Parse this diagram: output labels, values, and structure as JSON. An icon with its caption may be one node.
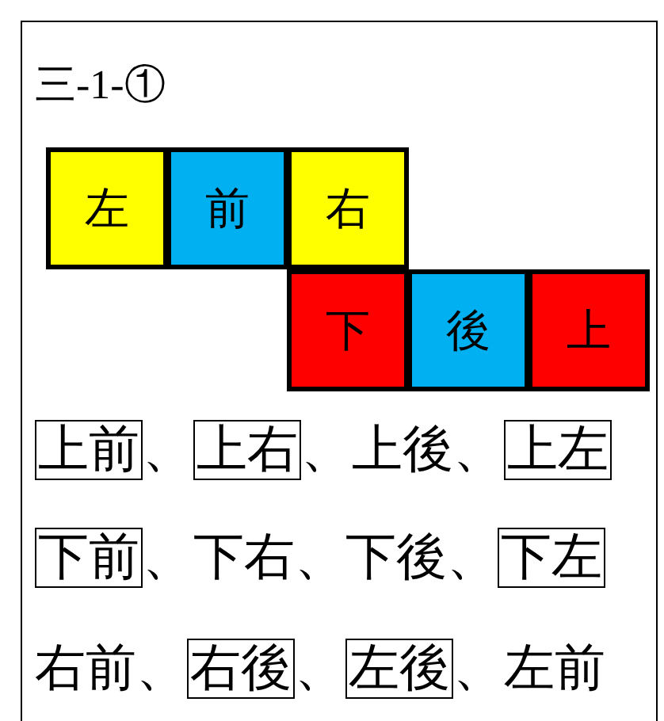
{
  "diagram": {
    "nodes": [
      {
        "text": [
          "左"
        ]
      },
      {
        "text": [
          "前"
        ]
      },
      {
        "text": [
          "右"
        ]
      },
      {
        "text": [
          "下"
        ]
      },
      {
        "text": [
          "後"
        ]
      },
      {
        "text": [
          "上"
        ]
      },
      {
        "text": [
          "上前"
        ]
      },
      {
        "text": [
          "上右"
        ]
      },
      {
        "text": [
          "上左"
        ]
      },
      {
        "text": [
          "下前"
        ]
      },
      {
        "text": [
          "下左"
        ]
      },
      {
        "text": [
          "右後"
        ]
      },
      {
        "text": [
          "左後"
        ]
      }
    ],
    "edges": [],
    "labels": [
      "三-1-①",
      "、",
      "、上後、",
      "、下右、下後、",
      "右前、",
      "、",
      "、左前"
    ]
  }
}
